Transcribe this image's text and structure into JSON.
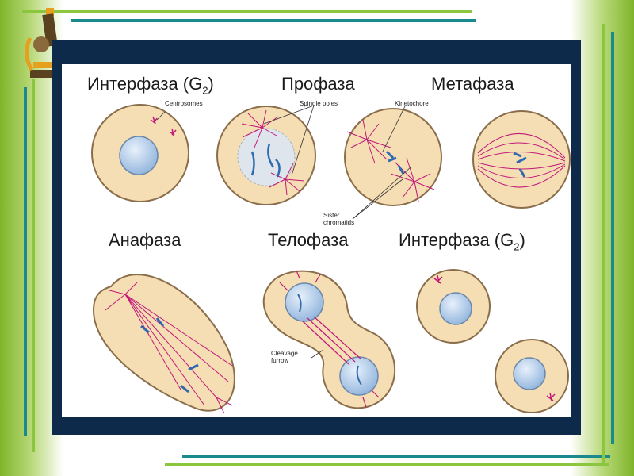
{
  "stages": {
    "interphase_top": {
      "title": "Интерфаза (G",
      "sub": "2",
      "close": ")"
    },
    "prophase": {
      "title": "Профаза"
    },
    "metaphase": {
      "title": "Метафаза"
    },
    "anaphase": {
      "title": "Анафаза"
    },
    "telophase": {
      "title": "Телофаза"
    },
    "interphase_bottom": {
      "title": "Интерфаза (G",
      "sub": "2",
      "close": ")"
    }
  },
  "labels": {
    "centrosomes": "Centrosomes",
    "spindle_poles": "Spindle poles",
    "kinetochore": "Kinetochore",
    "sister_chromatids_1": "Sister",
    "sister_chromatids_2": "chromatids",
    "cleavage_1": "Cleavage",
    "cleavage_2": "furrow"
  },
  "colors": {
    "panel": "#0e2a4a",
    "cell_fill": "#f5ddb4",
    "cell_stroke": "#8a6d4a",
    "nucleus": "#b7cfea",
    "spindle": "#c2187a",
    "chromosome": "#2f6ab0",
    "accent_green": "#8cc63f",
    "accent_teal": "#1b8a8f"
  },
  "icons": {
    "microscope": "microscope-icon"
  }
}
